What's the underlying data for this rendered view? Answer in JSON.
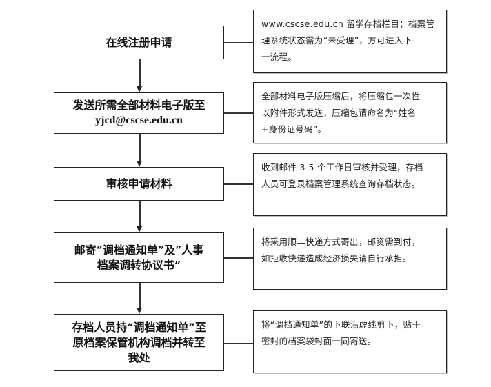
{
  "steps": [
    {
      "lines": [
        "在线注册申请"
      ]
    },
    {
      "lines": [
        "发送所需全部材料电子版至",
        "yjcd@cscse.edu.cn"
      ]
    },
    {
      "lines": [
        "审核申请材料"
      ]
    },
    {
      "lines": [
        "邮寄“调档通知单”及“人事",
        "档案调转协议书”"
      ]
    },
    {
      "lines": [
        "存档人员持“调档通知单”至",
        "原档案保管机构调档并转至",
        "我处"
      ]
    }
  ],
  "notes": [
    {
      "lines": [
        "www.cscse.edu.cn 留学存档栏目；档案管",
        "理系统状态需为“未受理”，方可进入下",
        "一流程。"
      ]
    },
    {
      "lines": [
        "全部材料电子版压缩后，将压缩包一次性",
        "以附件形式发送，压缩包请命名为“姓名",
        "+身份证号码”。"
      ]
    },
    {
      "lines": [
        "收到邮件 3-5 个工作日审核并受理，存档",
        "人员可登录档案管理系统查询存档状态。"
      ]
    },
    {
      "lines": [
        "将采用顺丰快递方式寄出，邮资需到付，",
        "如拒收快递造成经济损失请自行承担。"
      ]
    },
    {
      "lines": [
        "将“调档通知单”的下联沿虚线剪下，贴于",
        "密封的档案袋封面一同寄送。"
      ]
    }
  ]
}
